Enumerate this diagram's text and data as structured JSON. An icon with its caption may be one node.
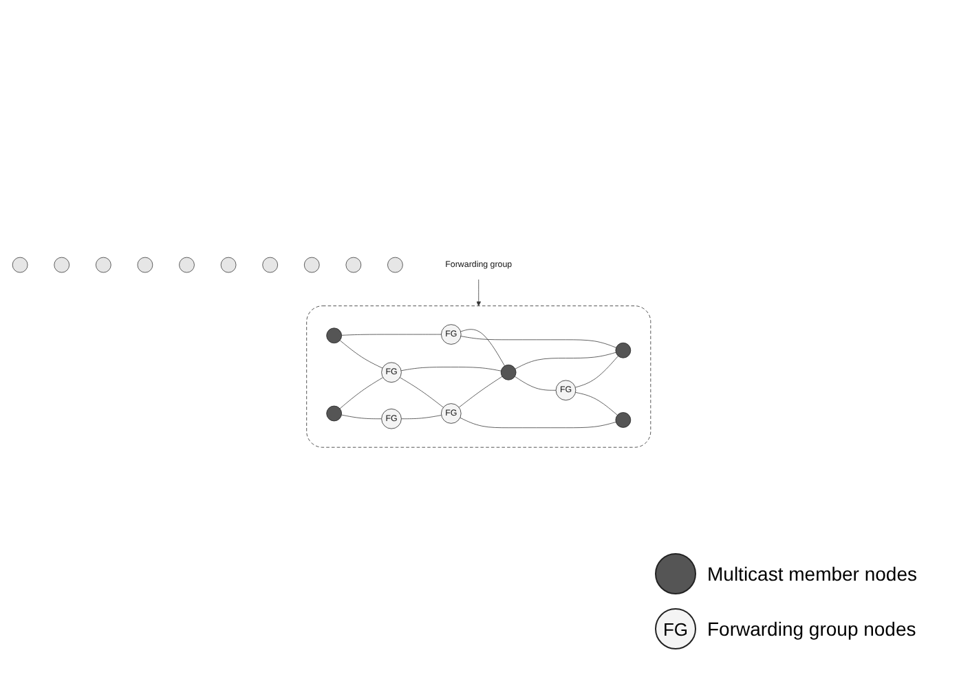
{
  "diagram": {
    "nodes": [
      {
        "text": [],
        "shape": "cloud"
      },
      {
        "text": [],
        "shape": "circle",
        "in": 0
      },
      {
        "text": [
          "FG"
        ],
        "in": 0
      },
      {
        "text": [
          "FG"
        ],
        "in": 0
      },
      {
        "text": [],
        "shape": "circle",
        "in": 0
      },
      {
        "text": [],
        "shape": "circle",
        "in": 0
      },
      {
        "text": [],
        "shape": "circle",
        "in": 0
      },
      {
        "text": [
          "FG"
        ],
        "in": 0
      },
      {
        "text": [
          "FG"
        ],
        "in": 0
      },
      {
        "text": [
          "FG"
        ],
        "in": 0
      },
      {
        "text": [],
        "shape": "circle",
        "in": 0
      },
      {
        "text": [],
        "shape": "circle"
      },
      {
        "text": [],
        "shape": "circle"
      },
      {
        "text": [],
        "shape": "circle"
      },
      {
        "text": [],
        "shape": "circle"
      },
      {
        "text": [],
        "shape": "circle"
      },
      {
        "text": [],
        "shape": "circle"
      },
      {
        "text": [],
        "shape": "circle"
      },
      {
        "text": [],
        "shape": "circle"
      },
      {
        "text": [],
        "shape": "circle"
      },
      {
        "text": [],
        "shape": "circle"
      },
      {
        "text": [
          "Forwarding group"
        ]
      }
    ],
    "edges": [
      {
        "from": 1,
        "to": 2,
        "arrow": "none"
      },
      {
        "from": 1,
        "to": 3,
        "arrow": "none"
      },
      {
        "from": 4,
        "to": 3,
        "arrow": "none"
      },
      {
        "from": 4,
        "to": 7,
        "arrow": "none"
      },
      {
        "from": 3,
        "to": 6,
        "arrow": "none"
      },
      {
        "from": 3,
        "to": 8,
        "arrow": "none"
      },
      {
        "from": 2,
        "to": 6,
        "arrow": "none"
      },
      {
        "from": 2,
        "to": 5,
        "arrow": "none"
      },
      {
        "from": 6,
        "to": 5,
        "arrow": "none"
      },
      {
        "from": 7,
        "to": 8,
        "arrow": "none"
      },
      {
        "from": 8,
        "to": 6,
        "arrow": "none"
      },
      {
        "from": 6,
        "to": 9,
        "arrow": "none"
      },
      {
        "from": 9,
        "to": 5,
        "arrow": "none"
      },
      {
        "from": 8,
        "to": 10,
        "arrow": "none"
      },
      {
        "from": 9,
        "to": 10,
        "arrow": "none"
      },
      {
        "from": 21,
        "to": 0,
        "arrow": "to"
      }
    ],
    "labels": [
      "FG"
    ],
    "legend": [
      {
        "text": "Multicast member nodes"
      },
      {
        "text": "Forwarding group nodes"
      }
    ]
  }
}
